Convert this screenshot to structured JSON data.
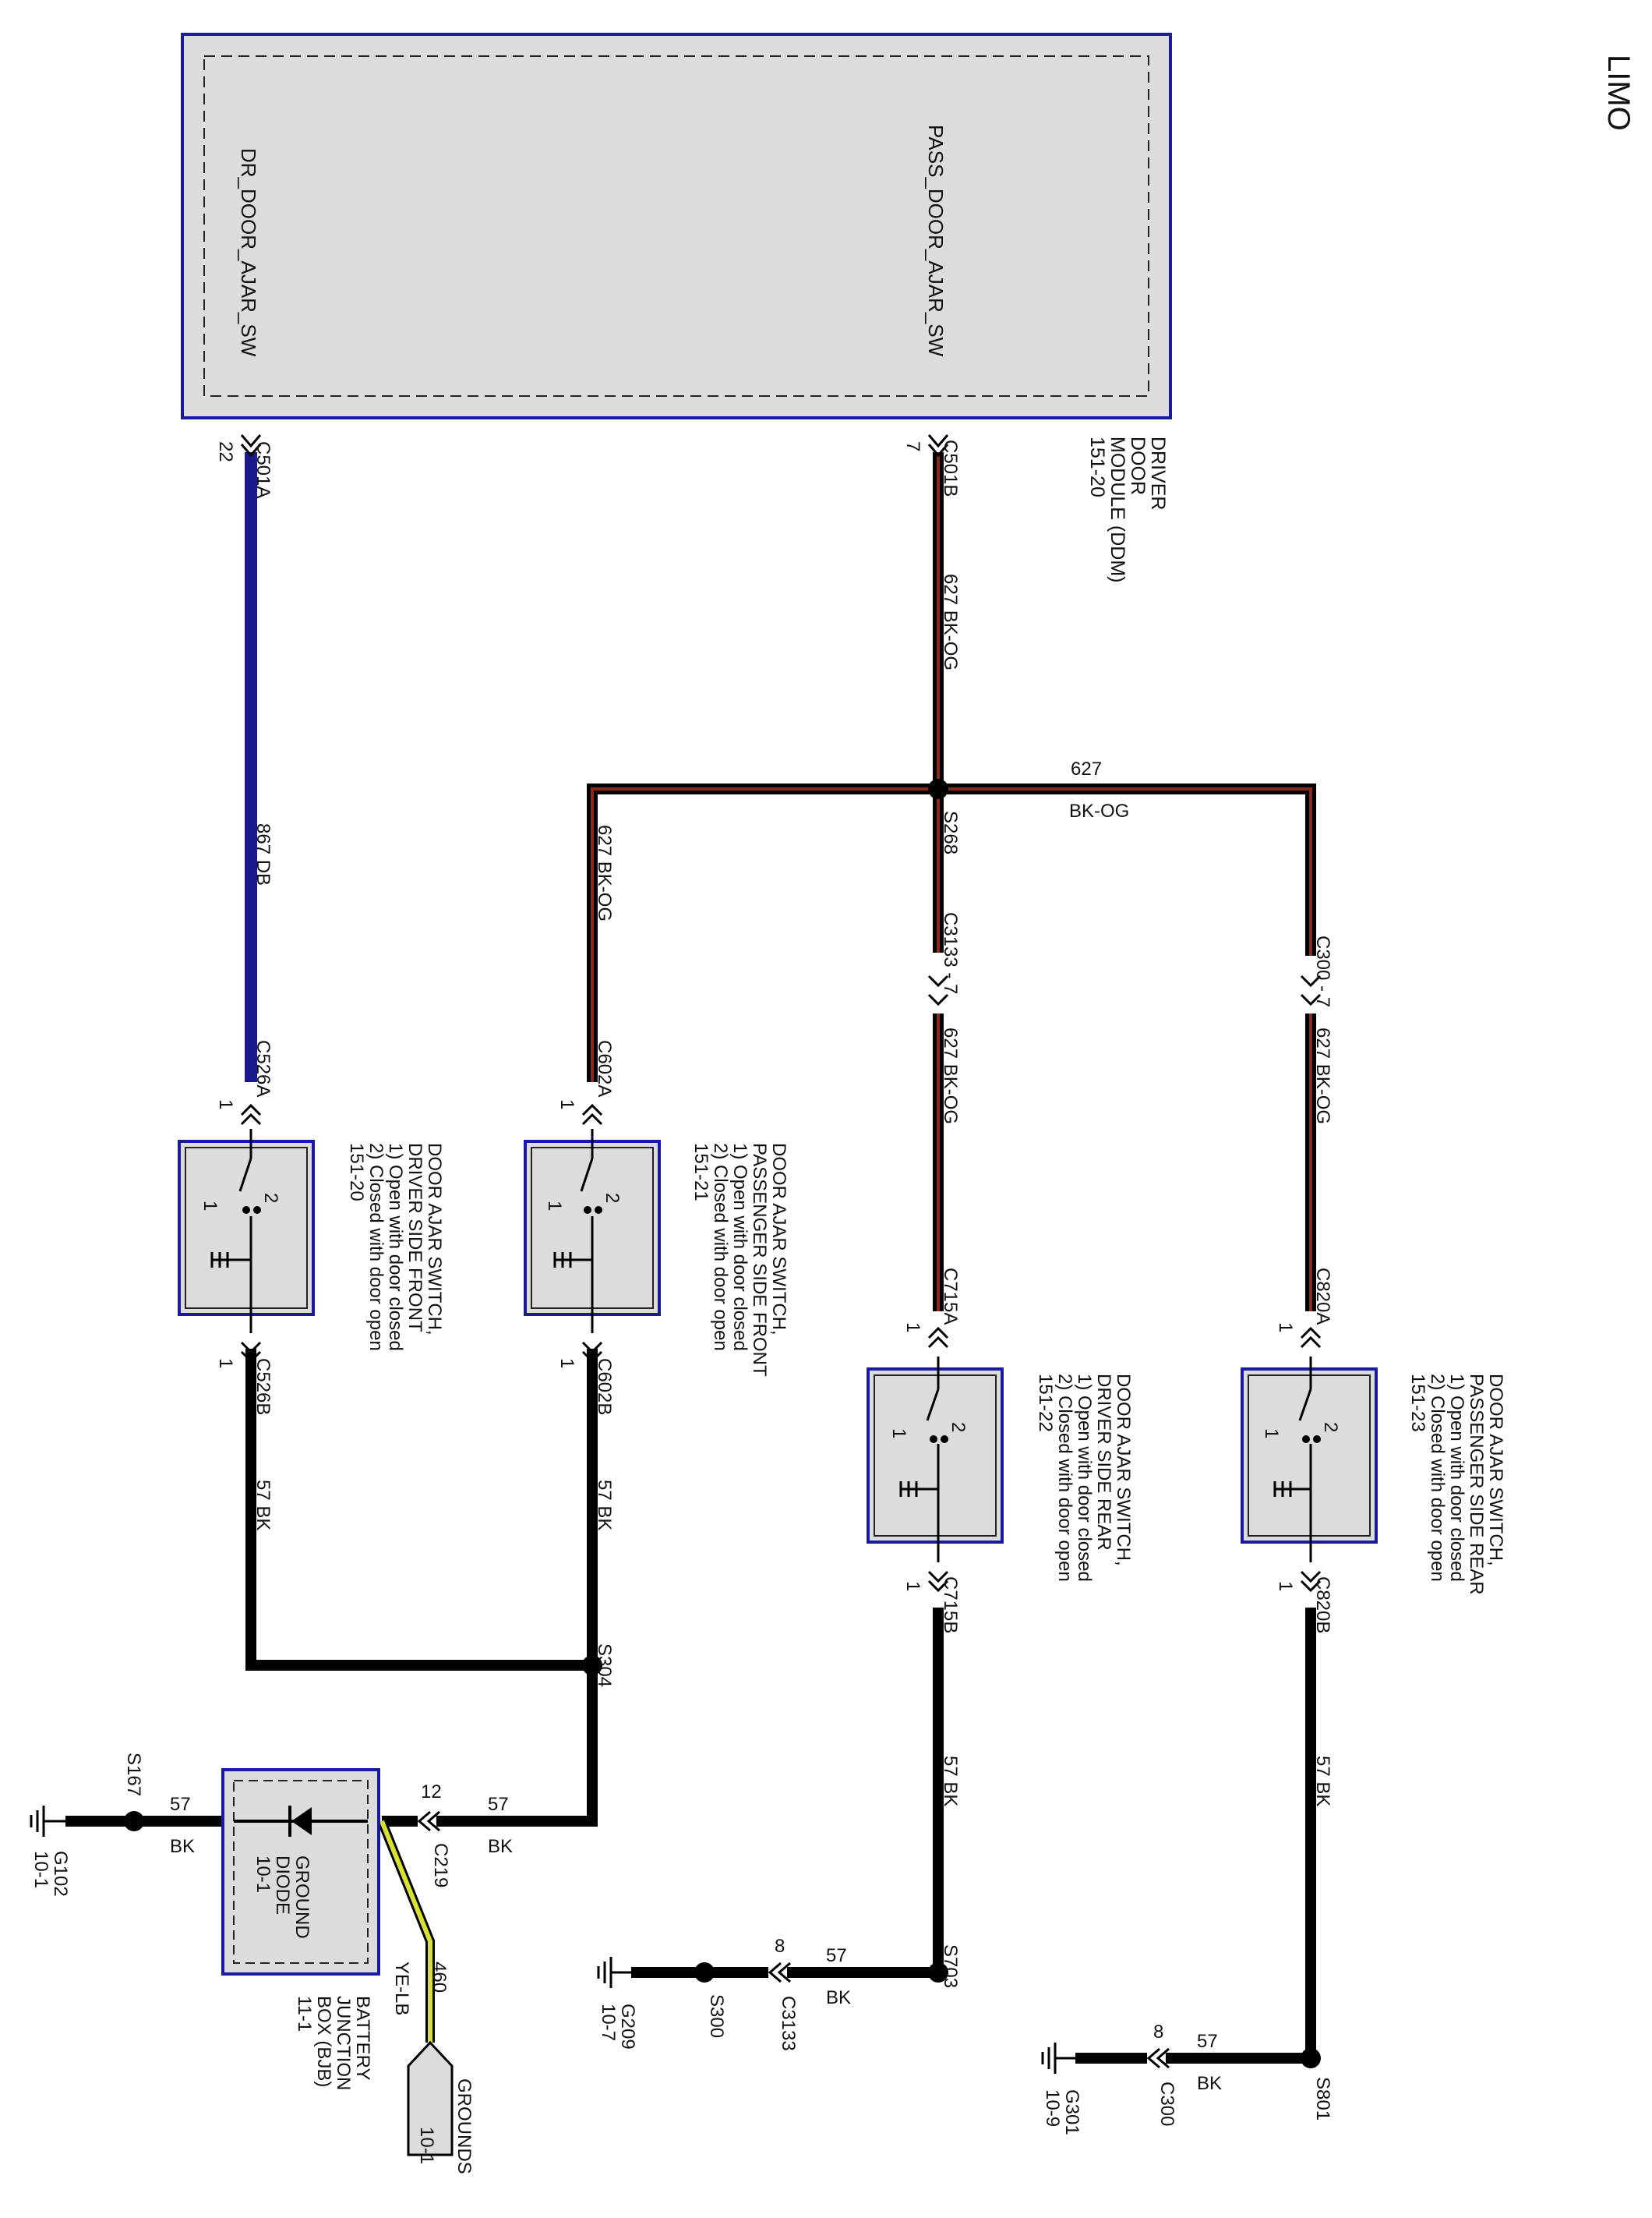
{
  "page_label": "LIMO",
  "ddm": {
    "title_lines": [
      "DRIVER",
      "DOOR",
      "MODULE (DDM)",
      "151-20"
    ],
    "pin_left": "DR_DOOR_AJAR_SW",
    "pin_right": "PASS_DOOR_AJAR_SW"
  },
  "connectors": {
    "c501a": "C501A",
    "c501a_pin": "22",
    "c501b": "C501B",
    "c501b_pin": "7",
    "c526a": "C526A",
    "c526a_pin": "1",
    "c526b": "C526B",
    "c526b_pin": "1",
    "c602a": "C602A",
    "c602a_pin": "1",
    "c602b": "C602B",
    "c602b_pin": "1",
    "c715a": "C715A",
    "c715a_pin": "1",
    "c715b": "C715B",
    "c715b_pin": "1",
    "c820a": "C820A",
    "c820a_pin": "1",
    "c820b": "C820B",
    "c820b_pin": "1",
    "c3133_7": "C3133 - 7",
    "c300_7": "C300 - 7",
    "c219": "C219",
    "c219_pin": "12",
    "c3133": "C3133",
    "c3133_pin": "8",
    "c300": "C300",
    "c300_pin": "8"
  },
  "splices": {
    "s268": "S268",
    "s304": "S304",
    "s703": "S703",
    "s801": "S801",
    "s167": "S167",
    "s300": "S300"
  },
  "grounds": {
    "g102": "G102",
    "g102_ref": "10-1",
    "g209": "G209",
    "g209_ref": "10-7",
    "g301": "G301",
    "g301_ref": "10-9"
  },
  "wires": {
    "w627": "627",
    "bkog": "BK-OG",
    "w867": "867",
    "db": "DB",
    "w57": "57",
    "bk": "BK",
    "w460": "460",
    "yelb": "YE-LB"
  },
  "switches": {
    "dsf": [
      "DOOR AJAR SWITCH,",
      "DRIVER SIDE FRONT",
      "1) Open with door closed",
      "2) Closed with door open",
      "151-20"
    ],
    "psf": [
      "DOOR AJAR SWITCH,",
      "PASSENGER SIDE FRONT",
      "1) Open with door closed",
      "2) Closed with door open",
      "151-21"
    ],
    "dsr": [
      "DOOR AJAR SWITCH,",
      "DRIVER SIDE REAR",
      "1) Open with door closed",
      "2) Closed with door open",
      "151-22"
    ],
    "psr": [
      "DOOR AJAR SWITCH,",
      "PASSENGER SIDE REAR",
      "1) Open with door closed",
      "2) Closed with door open",
      "151-23"
    ],
    "pos1": "1",
    "pos2": "2"
  },
  "diode": {
    "lines": [
      "GROUND",
      "DIODE",
      "10-1"
    ]
  },
  "bjb": {
    "lines": [
      "BATTERY",
      "JUNCTION",
      "BOX (BJB)",
      "11-1"
    ]
  },
  "grounds_ref": {
    "label": "GROUNDS",
    "ref": "10-1"
  },
  "colors": {
    "db": "#1a1a8c",
    "bk": "#000000",
    "bkog_stripe": "#8a2a1a",
    "yelb": "#d8e030",
    "box_fill": "#dcdcdc",
    "box_border": "#1a1aa0"
  }
}
